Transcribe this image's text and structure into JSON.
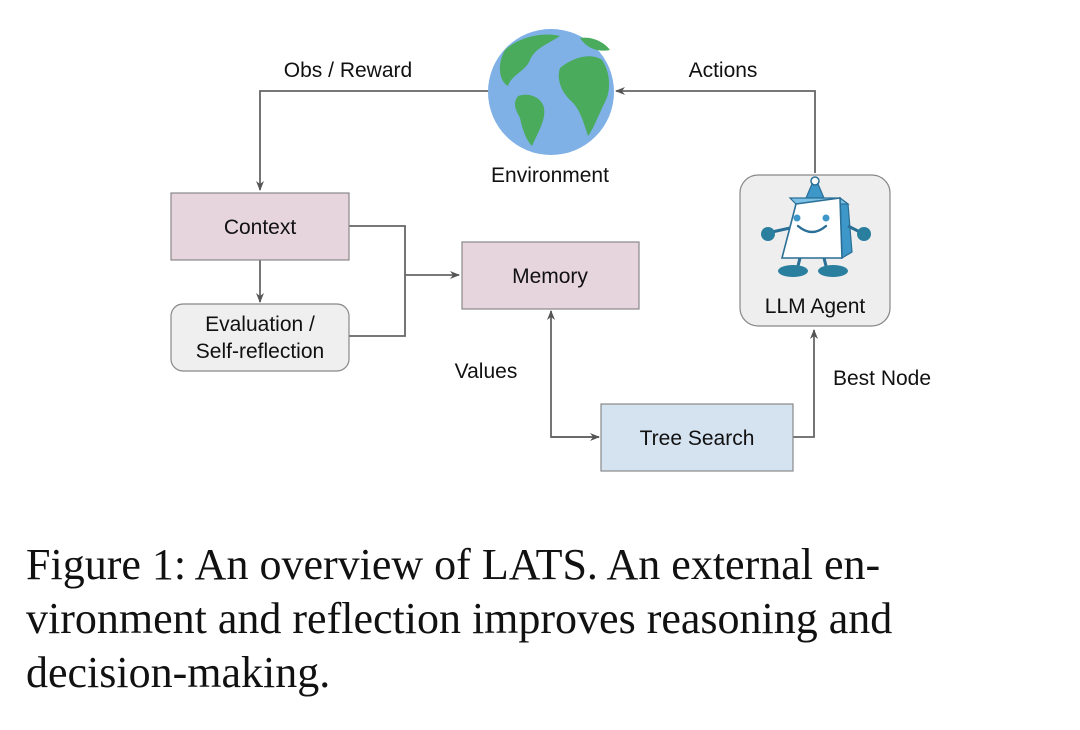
{
  "figure": {
    "nodes": {
      "environment": "Environment",
      "context": "Context",
      "evaluation_line1": "Evaluation /",
      "evaluation_line2": "Self-reflection",
      "memory": "Memory",
      "tree_search": "Tree Search",
      "llm_agent": "LLM Agent"
    },
    "edges": {
      "obs_reward": "Obs / Reward",
      "actions": "Actions",
      "values": "Values",
      "best_node": "Best Node"
    },
    "colors": {
      "context_fill": "#e6d5dc",
      "memory_fill": "#e6d5dc",
      "evaluation_fill": "#efefef",
      "tree_search_fill": "#d5e2f0",
      "agent_fill": "#eeeeee",
      "ocean": "#7fb0e6",
      "land": "#4aab5c",
      "robot": "#3e97c9"
    }
  },
  "caption": {
    "line1": "Figure 1: An overview of LATS. An external en-",
    "line2": "vironment and reflection improves reasoning and",
    "line3": "decision-making."
  }
}
